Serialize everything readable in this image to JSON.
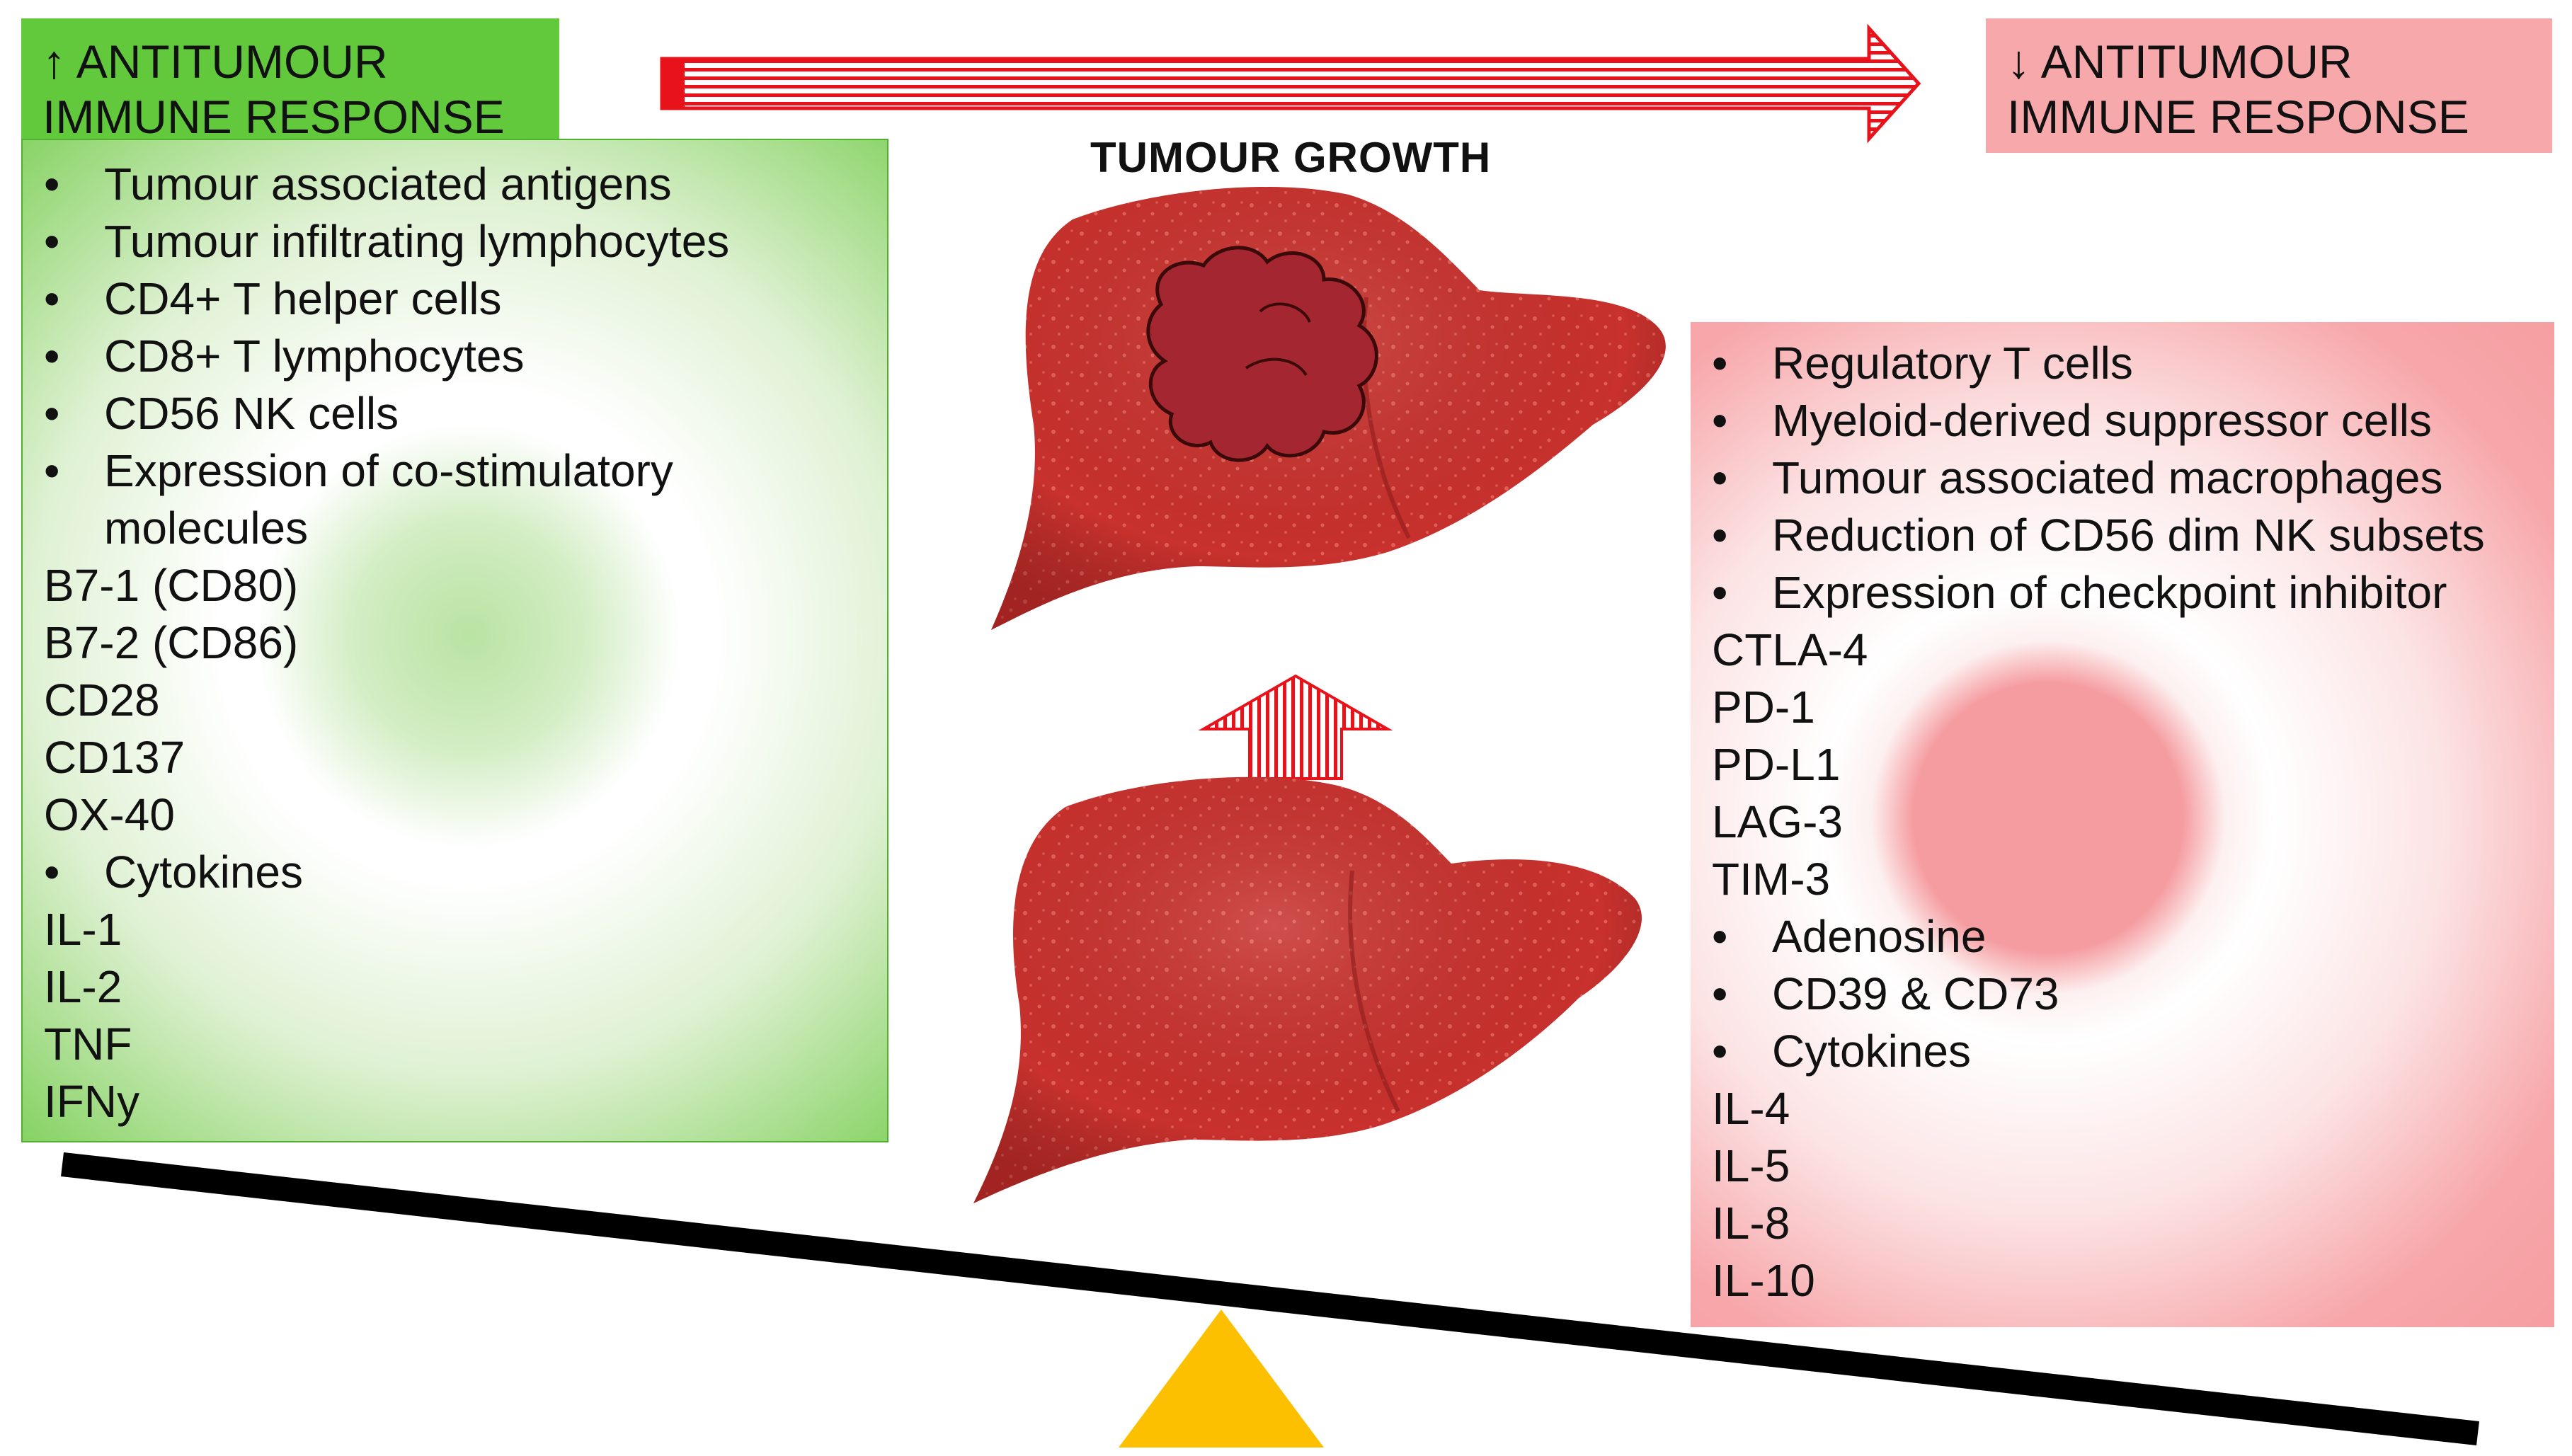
{
  "left_header": {
    "arrow": "↑",
    "line1": "ANTITUMOUR",
    "line2": "IMMUNE RESPONSE"
  },
  "right_header": {
    "arrow": "↓",
    "line1": "ANTITUMOUR",
    "line2": "IMMUNE RESPONSE"
  },
  "title": "TUMOUR GROWTH",
  "left_panel": {
    "lines": [
      {
        "type": "bullet",
        "text": "Tumour associated antigens"
      },
      {
        "type": "bullet",
        "text": "Tumour infiltrating lymphocytes"
      },
      {
        "type": "bullet",
        "text": "CD4+ T helper cells"
      },
      {
        "type": "bullet",
        "text": "CD8+ T lymphocytes"
      },
      {
        "type": "bullet",
        "text": "CD56 NK cells"
      },
      {
        "type": "bullet",
        "text": "Expression of co-stimulatory"
      },
      {
        "type": "cont",
        "text": "molecules"
      },
      {
        "type": "plain",
        "text": "B7-1 (CD80)"
      },
      {
        "type": "plain",
        "text": "B7-2 (CD86)"
      },
      {
        "type": "plain",
        "text": "CD28"
      },
      {
        "type": "plain",
        "text": "CD137"
      },
      {
        "type": "plain",
        "text": "OX-40"
      },
      {
        "type": "bullet",
        "text": "Cytokines"
      },
      {
        "type": "plain",
        "text": "IL-1"
      },
      {
        "type": "plain",
        "text": "IL-2"
      },
      {
        "type": "plain",
        "text": "TNF"
      },
      {
        "type": "plain",
        "text": "IFNy"
      }
    ]
  },
  "right_panel": {
    "lines": [
      {
        "type": "bullet",
        "text": "Regulatory T cells"
      },
      {
        "type": "bullet",
        "text": "Myeloid-derived suppressor cells"
      },
      {
        "type": "bullet",
        "text": "Tumour associated macrophages"
      },
      {
        "type": "bullet",
        "text": "Reduction of CD56 dim NK subsets"
      },
      {
        "type": "bullet",
        "text": "Expression of checkpoint inhibitor"
      },
      {
        "type": "plain",
        "text": "CTLA-4"
      },
      {
        "type": "plain",
        "text": "PD-1"
      },
      {
        "type": "plain",
        "text": "PD-L1"
      },
      {
        "type": "plain",
        "text": "LAG-3"
      },
      {
        "type": "plain",
        "text": "TIM-3"
      },
      {
        "type": "bullet",
        "text": " Adenosine"
      },
      {
        "type": "bullet",
        "text": "CD39 & CD73"
      },
      {
        "type": "bullet",
        "text": "Cytokines"
      },
      {
        "type": "plain",
        "text": "IL-4"
      },
      {
        "type": "plain",
        "text": "IL-5"
      },
      {
        "type": "plain",
        "text": "IL-8"
      },
      {
        "type": "plain",
        "text": "IL-10"
      }
    ]
  },
  "colors": {
    "green": "#62c93d",
    "pink": "#f7a8aa",
    "liver": "#c8312d",
    "tumour": "#a42630",
    "arrow_red": "#e8121b",
    "beam": "#000000",
    "fulcrum": "#fcc000"
  }
}
